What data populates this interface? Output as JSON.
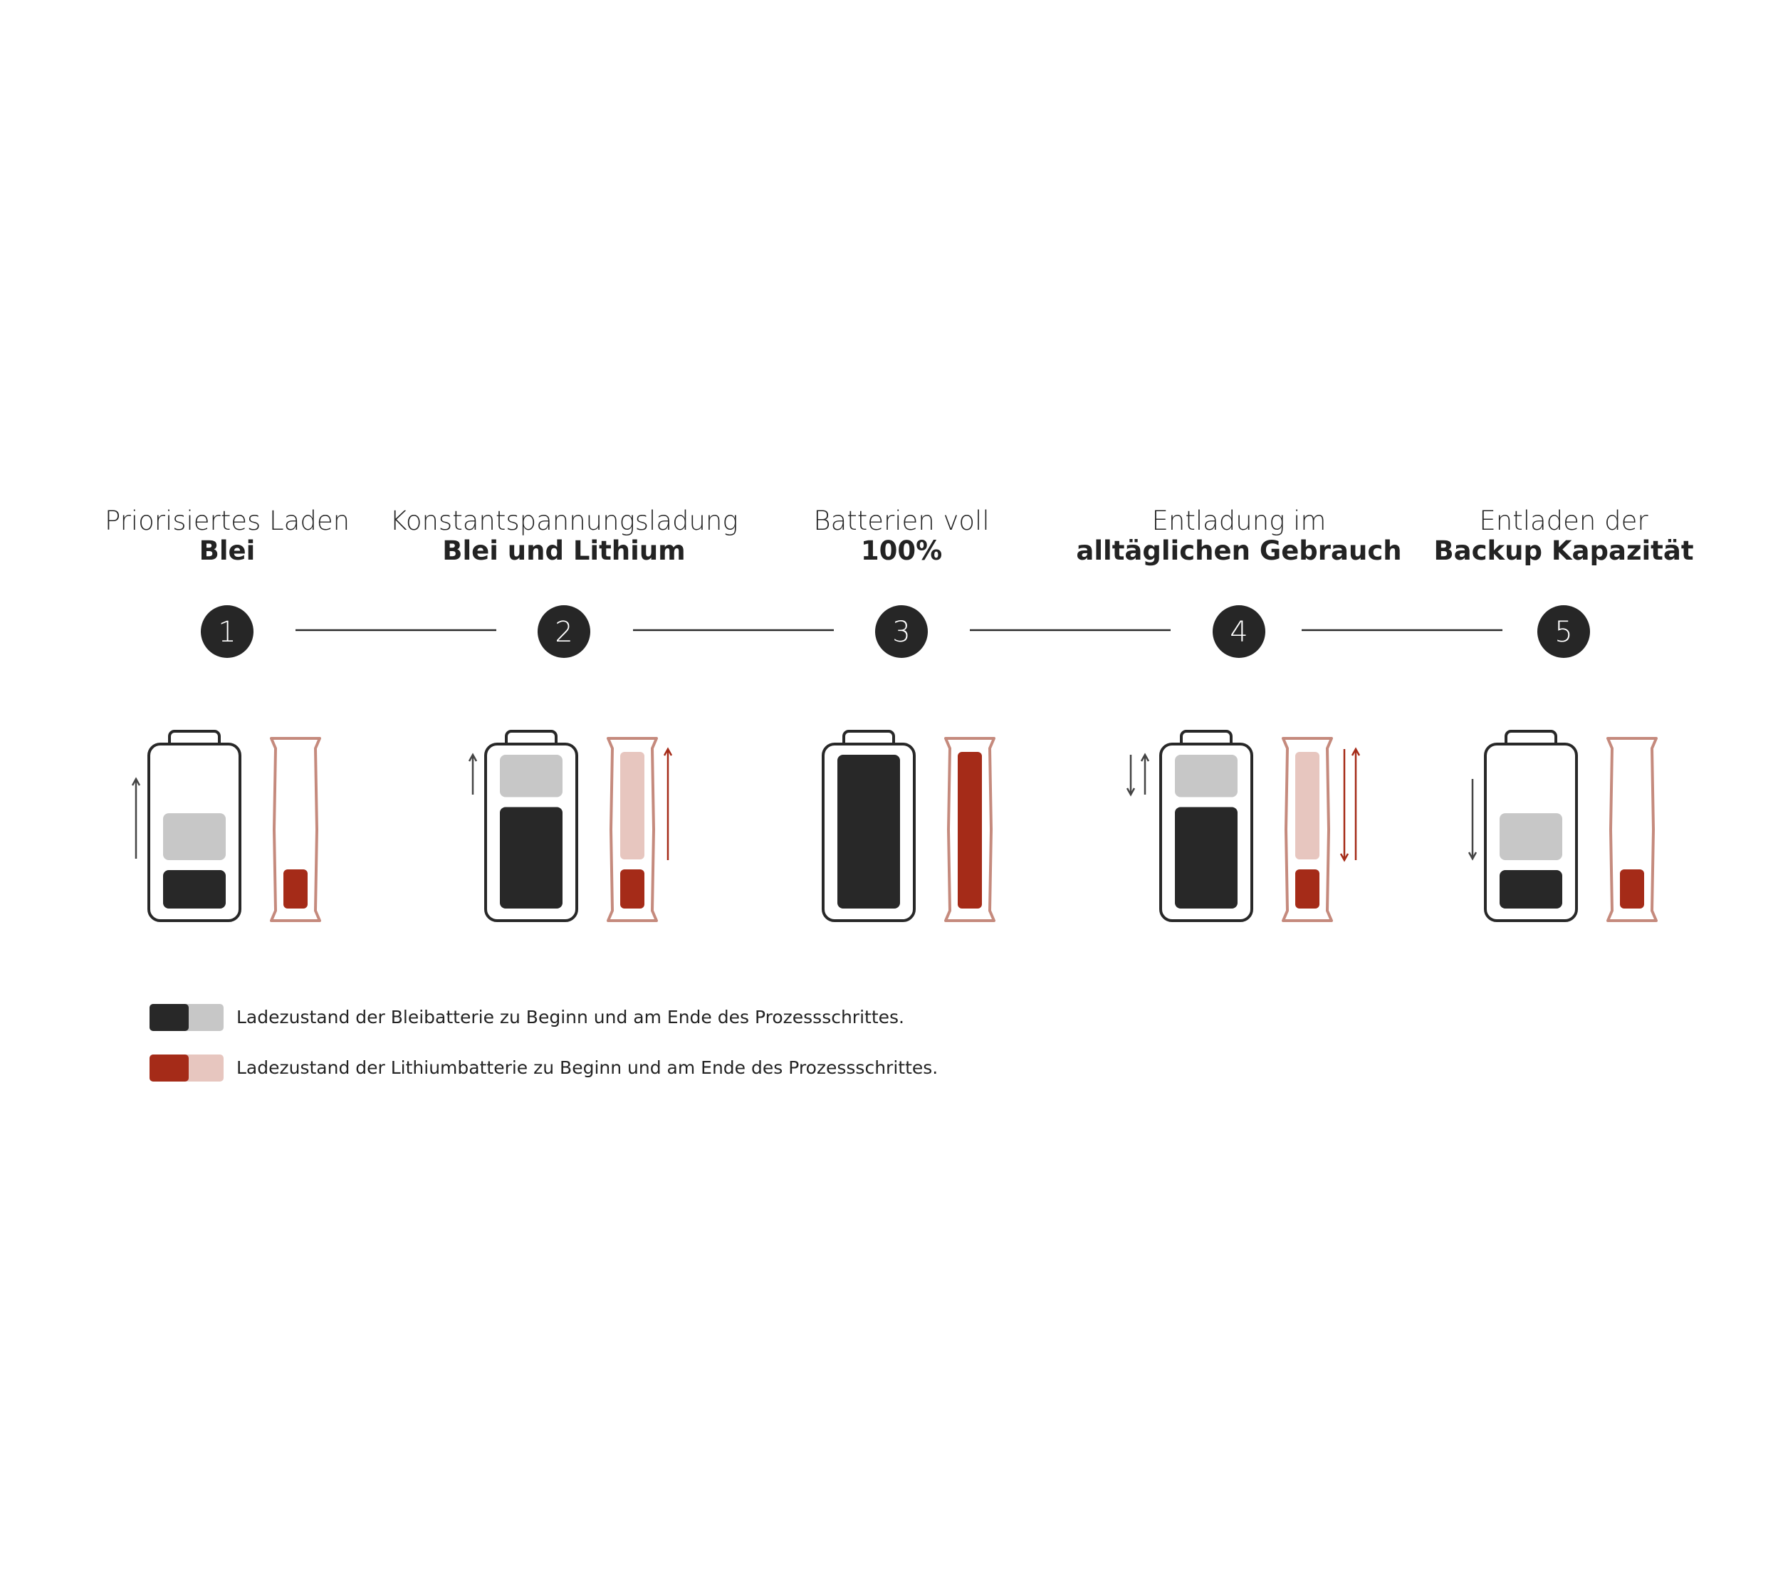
{
  "colors": {
    "lead_dark": "#282828",
    "lead_light": "#c7c7c7",
    "lithium_dark": "#a52b18",
    "lithium_light": "#e7c6bf",
    "lithium_outline": "#c58a7d",
    "line": "#2a2a2a",
    "text": "#232323"
  },
  "steps": [
    {
      "number": "1",
      "title_line1": "Priorisiertes Laden",
      "title_line2": "Blei",
      "lead": {
        "start": 0.25,
        "end": 0.62,
        "arrows": [
          "up"
        ]
      },
      "lithium": {
        "start": 0.25,
        "end": 0.25,
        "arrows": []
      }
    },
    {
      "number": "2",
      "title_line1": "Konstantspannungsladung",
      "title_line2": "Blei und Lithium",
      "lead": {
        "start": 0.66,
        "end": 1.0,
        "arrows": [
          "up"
        ]
      },
      "lithium": {
        "start": 0.25,
        "end": 1.0,
        "arrows": [
          "up"
        ]
      }
    },
    {
      "number": "3",
      "title_line1": "Batterien voll",
      "title_line2": "100%",
      "lead": {
        "start": 1.0,
        "end": 1.0,
        "arrows": []
      },
      "lithium": {
        "start": 1.0,
        "end": 1.0,
        "arrows": []
      }
    },
    {
      "number": "4",
      "title_line1": "Entladung im",
      "title_line2": "alltäglichen Gebrauch",
      "lead": {
        "start": 0.66,
        "end": 1.0,
        "arrows": [
          "down",
          "up"
        ]
      },
      "lithium": {
        "start": 0.25,
        "end": 1.0,
        "arrows": [
          "down",
          "up"
        ]
      }
    },
    {
      "number": "5",
      "title_line1": "Entladen der",
      "title_line2": "Backup Kapazität",
      "lead": {
        "start": 0.25,
        "end": 0.62,
        "arrows": [
          "down"
        ]
      },
      "lithium": {
        "start": 0.25,
        "end": 0.25,
        "arrows": []
      }
    }
  ],
  "legend": [
    {
      "text": "Ladezustand der Bleibatterie zu Beginn und am Ende des Prozessschrittes.",
      "dark": "#282828",
      "light": "#c7c7c7"
    },
    {
      "text": "Ladezustand der Lithiumbatterie zu Beginn und am Ende des Prozessschrittes.",
      "dark": "#a52b18",
      "light": "#e7c6bf"
    }
  ]
}
